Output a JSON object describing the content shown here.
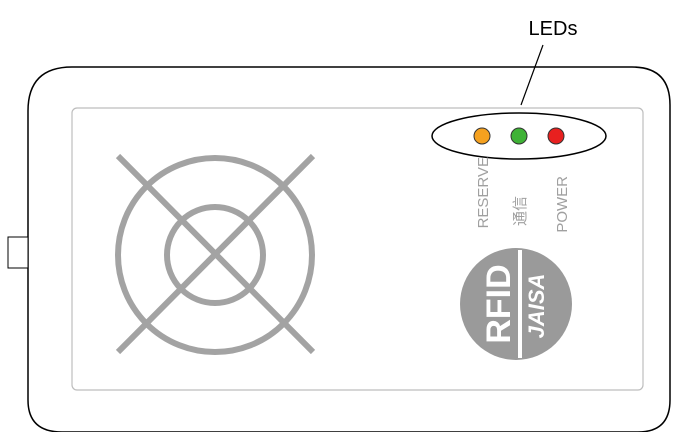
{
  "callout": {
    "label": "LEDs"
  },
  "leds": [
    {
      "label": "RESERVE",
      "color": "#f5a11f"
    },
    {
      "label": "通信",
      "color": "#3fb236"
    },
    {
      "label": "POWER",
      "color": "#e8201f"
    }
  ],
  "logo": {
    "text_left": "RFID",
    "text_right": "JAISA",
    "color": "#9a9a9a"
  },
  "colors": {
    "outline": "#000000",
    "panel_border": "#bdbdbd",
    "antenna": "#a3a3a3",
    "label_gray": "#a0a0a0"
  }
}
